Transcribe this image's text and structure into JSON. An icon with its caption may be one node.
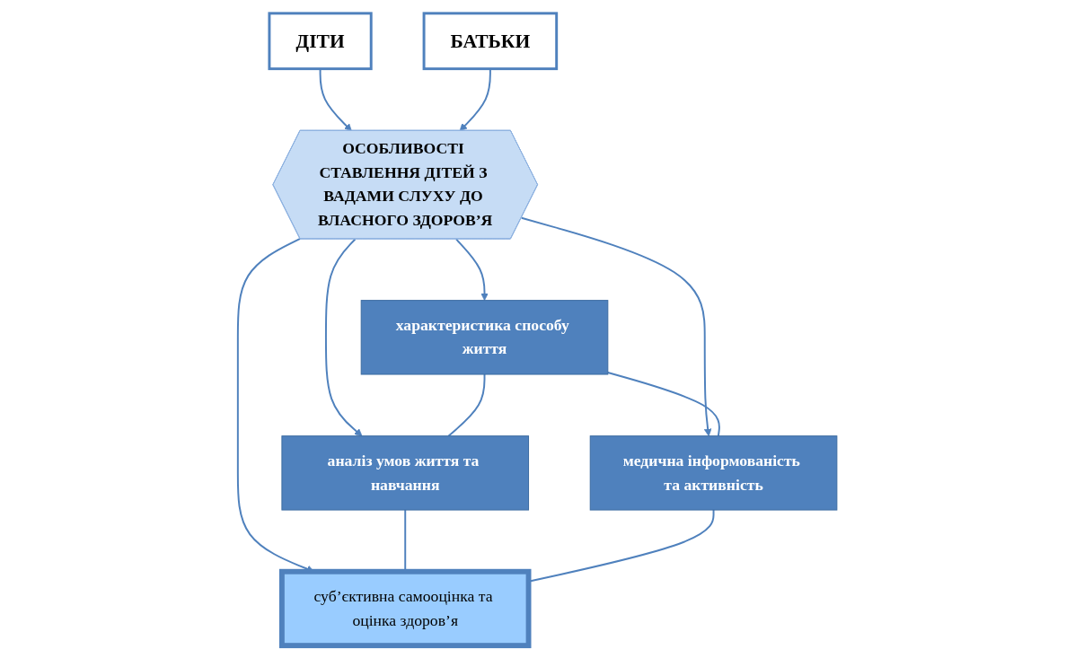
{
  "diagram": {
    "nodes": [
      {
        "text": [
          "характеристика способу життя"
        ]
      },
      {
        "text": [
          "аналіз умов життя та навчання"
        ]
      },
      {
        "text": [
          "ДІТИ"
        ]
      },
      {
        "text": [
          "ОСОБЛИВОСТІ СТАВЛЕННЯ ДІТЕЙ З ВАДАМИ СЛУХУ ДО ВЛАСНОГО ЗДОРОВ’Я"
        ]
      },
      {
        "text": [
          "БАТЬКИ"
        ]
      },
      {
        "text": [
          "медична інформованість та активність"
        ]
      },
      {
        "text": [
          "суб’єктивна самооцінка та оцінка здоров’я"
        ]
      }
    ],
    "edges": [
      {
        "from": 3,
        "to": 0,
        "arrow": "to"
      },
      {
        "from": 3,
        "to": 1,
        "arrow": "to"
      },
      {
        "from": 2,
        "to": 3,
        "arrow": "to"
      },
      {
        "from": 4,
        "to": 3,
        "arrow": "to"
      },
      {
        "from": 3,
        "to": 5,
        "arrow": "to"
      },
      {
        "from": 3,
        "to": 6,
        "arrow": "to"
      },
      {
        "from": 0,
        "to": 1,
        "arrow": "none"
      },
      {
        "from": 0,
        "to": 5,
        "arrow": "none"
      },
      {
        "from": 1,
        "to": 6,
        "arrow": "none"
      },
      {
        "from": 5,
        "to": 6,
        "arrow": "none"
      }
    ]
  }
}
